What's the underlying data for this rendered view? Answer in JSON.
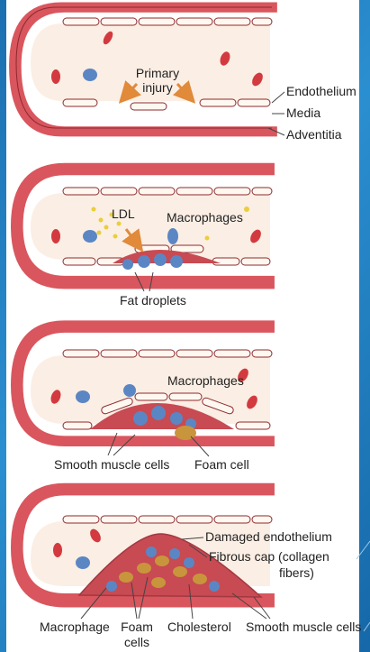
{
  "colors": {
    "wall": "#d9565e",
    "wall_dark": "#8c2a2e",
    "lumen": "#fbeee4",
    "endothelium_cell": "#fff8f0",
    "rbc": "#d23a3f",
    "macrophage": "#5b86c4",
    "ldl": "#e9cf3a",
    "arrow": "#e08a3a",
    "foam": "#c9953c",
    "background_left": "#1b6fb0"
  },
  "panels": [
    {
      "id": "panel-1",
      "labels": {
        "primary_injury": "Primary\ninjury",
        "endothelium": "Endothelium",
        "media": "Media",
        "adventitia": "Adventitia"
      }
    },
    {
      "id": "panel-2",
      "labels": {
        "ldl": "LDL",
        "macrophages": "Macrophages",
        "fat_droplets": "Fat droplets"
      }
    },
    {
      "id": "panel-3",
      "labels": {
        "macrophages": "Macrophages",
        "smooth_muscle_cells": "Smooth muscle cells",
        "foam_cell": "Foam cell"
      }
    },
    {
      "id": "panel-4",
      "labels": {
        "damaged_endothelium": "Damaged endothelium",
        "fibrous_cap": "Fibrous cap (collagen\nfibers)",
        "macrophage": "Macrophage",
        "foam_cells": "Foam\ncells",
        "cholesterol": "Cholesterol",
        "smooth_muscle_cells": "Smooth muscle cells"
      }
    }
  ]
}
